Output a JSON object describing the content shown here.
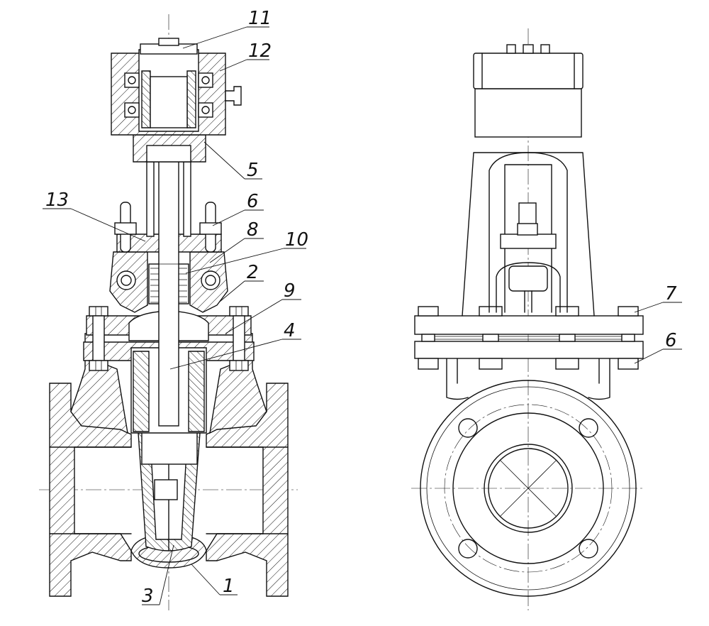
{
  "drawing": {
    "views": [
      "sectional-front-view",
      "side-view"
    ],
    "callouts": [
      {
        "id": "callout-11",
        "label": "11"
      },
      {
        "id": "callout-12",
        "label": "12"
      },
      {
        "id": "callout-5",
        "label": "5"
      },
      {
        "id": "callout-13",
        "label": "13"
      },
      {
        "id": "callout-6a",
        "label": "6"
      },
      {
        "id": "callout-8",
        "label": "8"
      },
      {
        "id": "callout-10",
        "label": "10"
      },
      {
        "id": "callout-2",
        "label": "2"
      },
      {
        "id": "callout-9",
        "label": "9"
      },
      {
        "id": "callout-4",
        "label": "4"
      },
      {
        "id": "callout-3",
        "label": "3"
      },
      {
        "id": "callout-1",
        "label": "1"
      },
      {
        "id": "callout-7",
        "label": "7"
      },
      {
        "id": "callout-6b",
        "label": "6"
      }
    ]
  }
}
